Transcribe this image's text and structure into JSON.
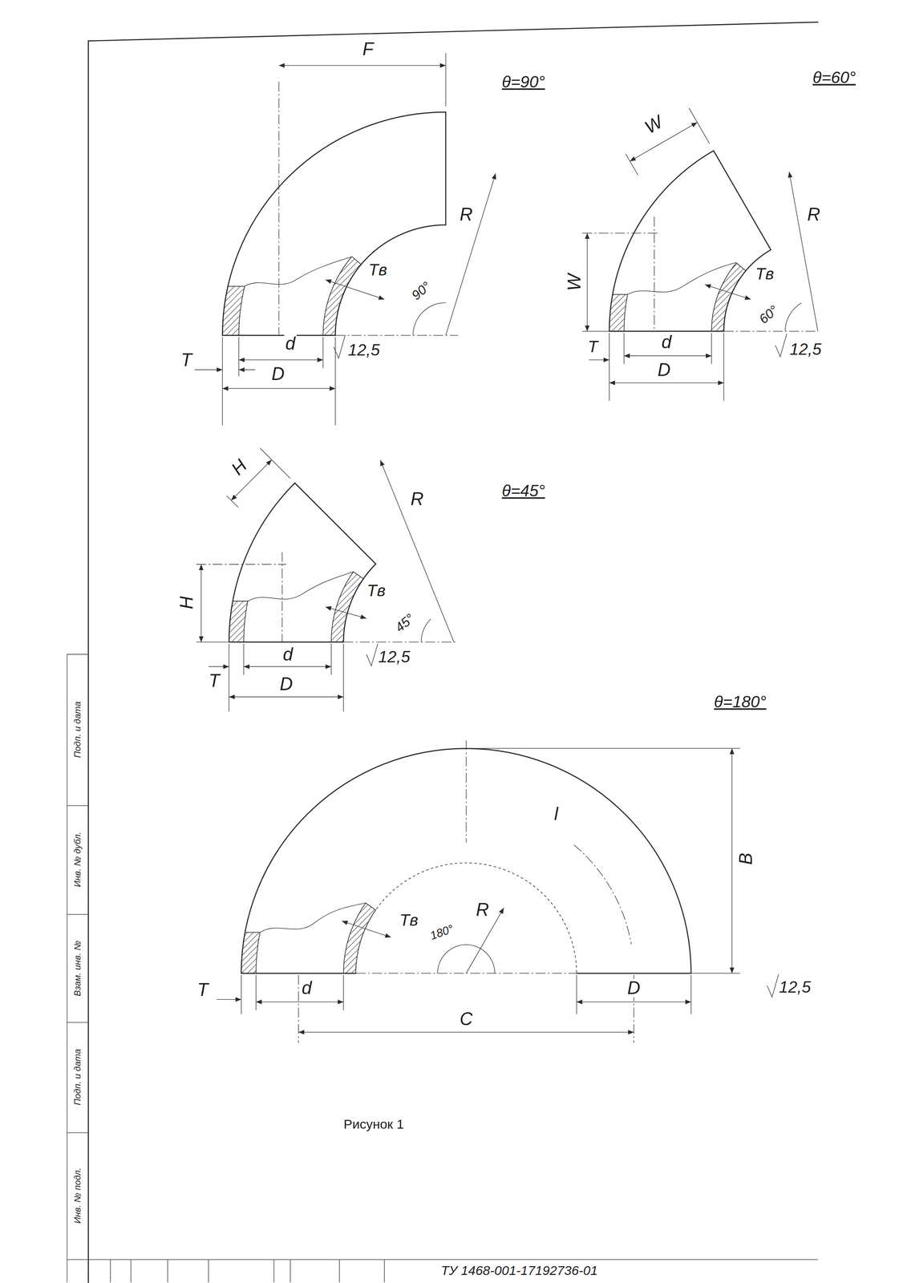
{
  "diagram": {
    "caption": "Рисунок 1",
    "labels": [
      "θ=90°",
      "F",
      "R",
      "Tв",
      "90°",
      "T",
      "d",
      "D",
      "12,5",
      "θ=60°",
      "W",
      "R",
      "W",
      "Tв",
      "60°",
      "T",
      "d",
      "D",
      "12,5",
      "θ=45°",
      "H",
      "R",
      "H",
      "Tв",
      "45°",
      "T",
      "d",
      "D",
      "12,5",
      "θ=180°",
      "B",
      "l",
      "R",
      "Tв",
      "180°",
      "T",
      "d",
      "D",
      "C",
      "12,5",
      "Подп. и дата",
      "Инв. № дубл.",
      "Взам. инв. №",
      "Подп. и дата",
      "Инв. № подл.",
      "ТУ 1468-001-17192736-01"
    ]
  }
}
